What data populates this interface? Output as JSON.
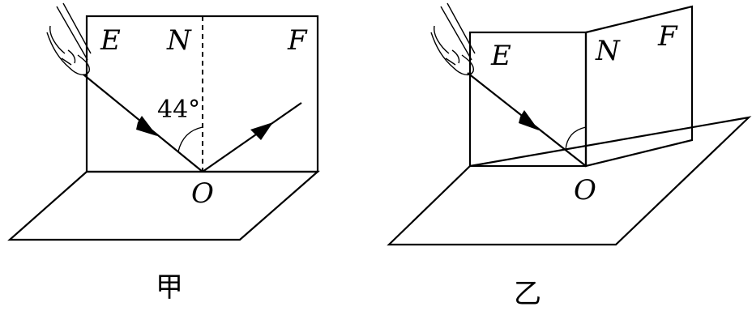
{
  "figure_a": {
    "label_e": "E",
    "label_n": "N",
    "label_f": "F",
    "label_o": "O",
    "angle": "44°",
    "caption": "甲"
  },
  "figure_b": {
    "label_e": "E",
    "label_n": "N",
    "label_f": "F",
    "label_o": "O",
    "caption": "乙"
  }
}
